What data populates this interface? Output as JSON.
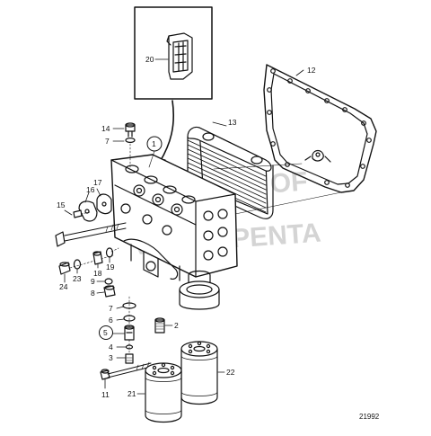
{
  "diagram": {
    "document_number": "21992",
    "watermark_lines": [
      "PROPERTY OF",
      "VOLVO PENTA"
    ],
    "callouts": {
      "c1": "1",
      "c2": "2",
      "c3": "3",
      "c4": "4",
      "c5": "5",
      "c6": "6",
      "c7a": "7",
      "c7b": "7",
      "c8": "8",
      "c9": "9",
      "c11": "11",
      "c12": "12",
      "c13": "13",
      "c14": "14",
      "c15": "15",
      "c16": "16",
      "c17": "17",
      "c18": "18",
      "c19": "19",
      "c20": "20",
      "c21": "21",
      "c22": "22",
      "c23": "23",
      "c24": "24"
    }
  }
}
